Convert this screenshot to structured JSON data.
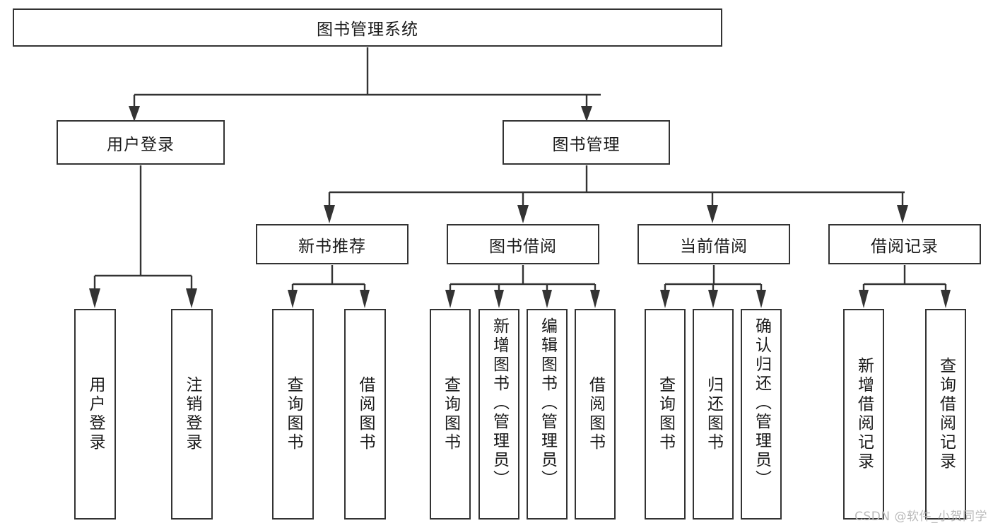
{
  "diagram": {
    "title": "图书管理系统",
    "type": "tree",
    "watermark": "CSDN @软件_小贺同学",
    "colors": {
      "stroke": "#333333",
      "background": "#ffffff",
      "text": "#1a1a1a",
      "watermark": "#b9b9b9"
    },
    "levels": {
      "root": [
        {
          "id": "root",
          "label": "图书管理系统"
        }
      ],
      "level2": [
        {
          "id": "l2-0",
          "label": "用户登录"
        },
        {
          "id": "l2-1",
          "label": "图书管理"
        }
      ],
      "level3": [
        {
          "id": "l3-0",
          "label": "新书推荐"
        },
        {
          "id": "l3-1",
          "label": "图书借阅"
        },
        {
          "id": "l3-2",
          "label": "当前借阅"
        },
        {
          "id": "l3-3",
          "label": "借阅记录"
        }
      ],
      "leaves": [
        {
          "id": "leaf-0",
          "label": "用户登录",
          "parent": "用户登录"
        },
        {
          "id": "leaf-1",
          "label": "注销登录",
          "parent": "用户登录"
        },
        {
          "id": "leaf-2",
          "label": "查询图书",
          "parent": "新书推荐"
        },
        {
          "id": "leaf-3",
          "label": "借阅图书",
          "parent": "新书推荐"
        },
        {
          "id": "leaf-4",
          "label": "查询图书",
          "parent": "图书借阅"
        },
        {
          "id": "leaf-5",
          "label": "新增图书（管理员）",
          "parent": "图书借阅"
        },
        {
          "id": "leaf-6",
          "label": "编辑图书（管理员）",
          "parent": "图书借阅"
        },
        {
          "id": "leaf-7",
          "label": "借阅图书",
          "parent": "图书借阅"
        },
        {
          "id": "leaf-8",
          "label": "查询图书",
          "parent": "当前借阅"
        },
        {
          "id": "leaf-9",
          "label": "归还图书",
          "parent": "当前借阅"
        },
        {
          "id": "leaf-10",
          "label": "确认归还（管理员）",
          "parent": "当前借阅"
        },
        {
          "id": "leaf-11",
          "label": "新增借阅记录",
          "parent": "借阅记录"
        },
        {
          "id": "leaf-12",
          "label": "查询借阅记录",
          "parent": "借阅记录"
        }
      ]
    }
  }
}
